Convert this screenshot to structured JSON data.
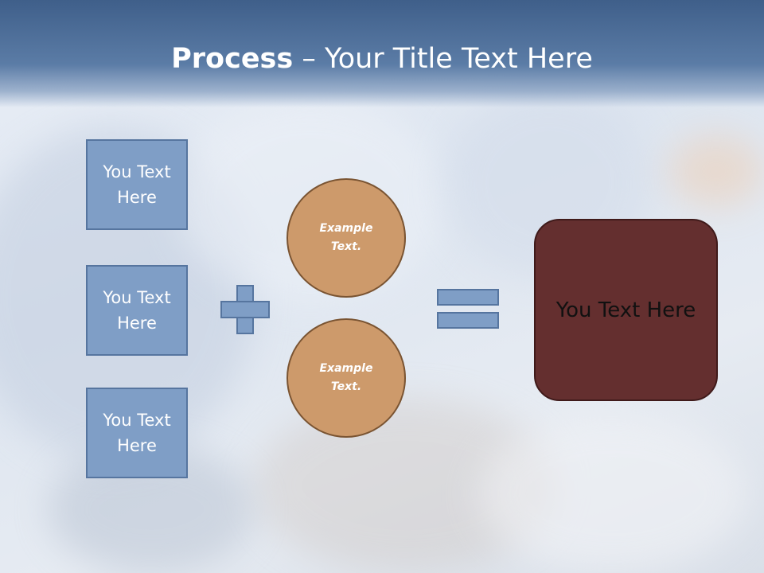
{
  "title": {
    "bold": "Process",
    "rest": " – Your Title Text Here"
  },
  "left_boxes": [
    {
      "label": "You Text Here"
    },
    {
      "label": "You Text Here"
    },
    {
      "label": "You Text Here"
    }
  ],
  "circles": [
    {
      "label": "Example Text."
    },
    {
      "label": "Example Text."
    }
  ],
  "result": {
    "label": "You Text Here"
  },
  "colors": {
    "header": "#4a6a96",
    "box_fill": "#7f9ec6",
    "box_border": "#56759f",
    "circle_fill": "#cd9a6b",
    "circle_border": "#7a5432",
    "result_fill": "#642f2f"
  },
  "icons": [
    "plus-icon",
    "equals-icon"
  ]
}
